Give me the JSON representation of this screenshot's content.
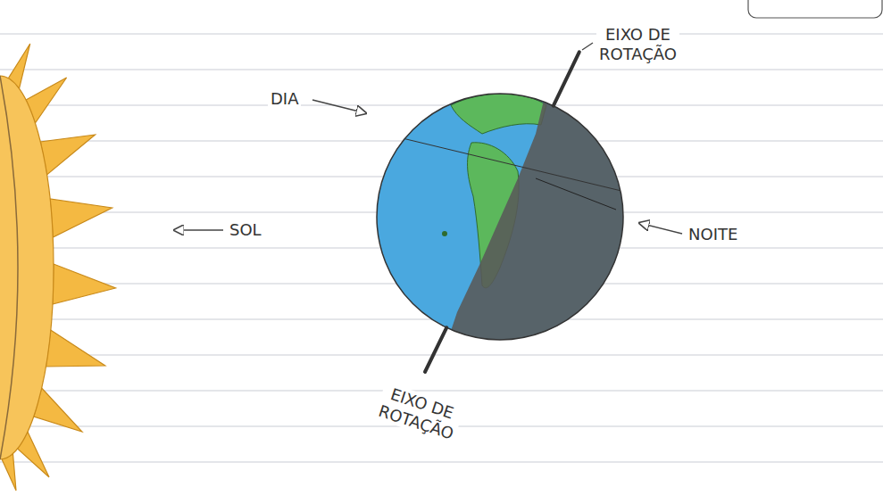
{
  "diagram": {
    "labels": [
      "EIXO DE ROTAÇÃO",
      "DIA",
      "SOL",
      "NOITE",
      "EIXO DE ROTAÇÃO"
    ]
  }
}
